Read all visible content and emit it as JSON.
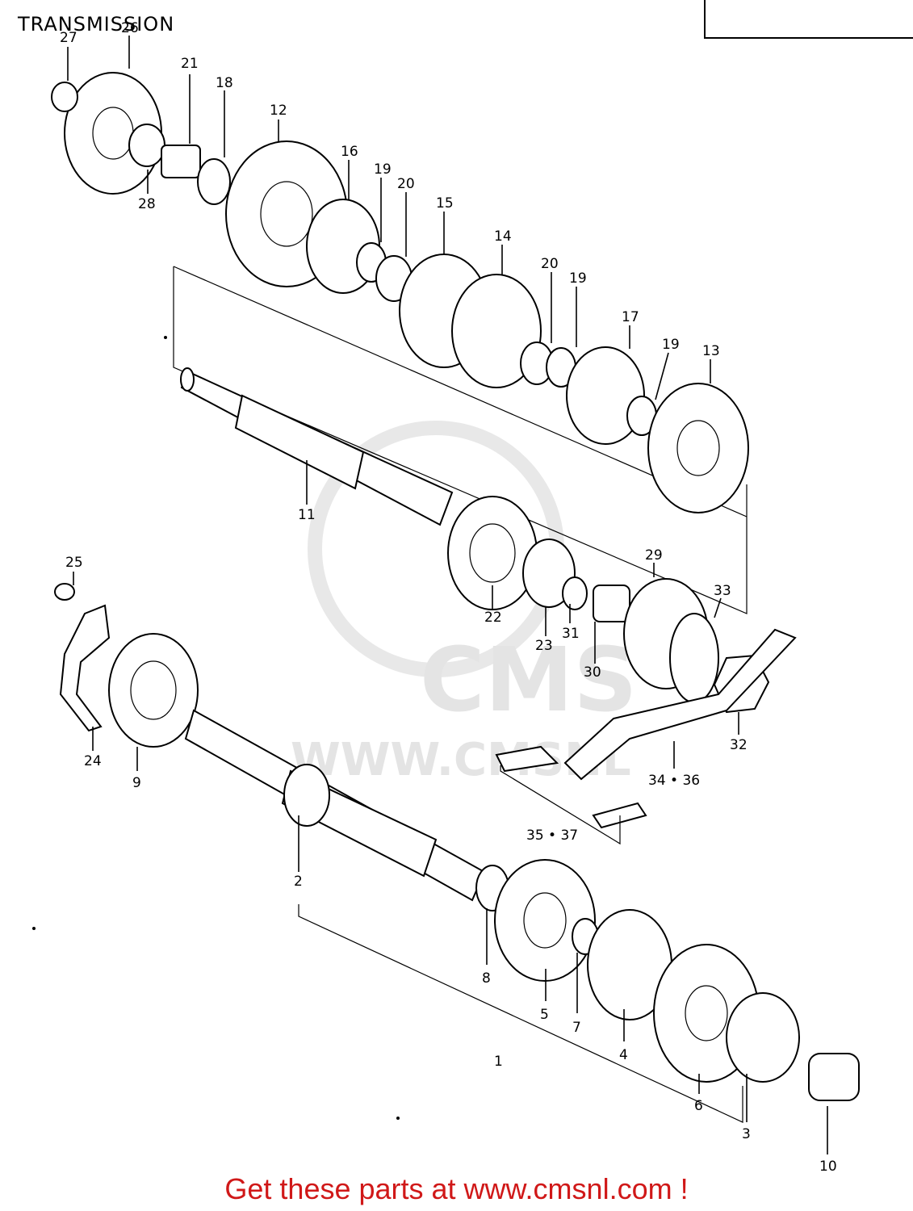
{
  "title": "TRANSMISSION",
  "footer": "Get these parts at www.cmsnl.com !",
  "watermark": {
    "logo": "CMS",
    "url": "WWW.CMSNL"
  },
  "callouts": [
    "27",
    "26",
    "21",
    "18",
    "12",
    "16",
    "19",
    "20",
    "15",
    "14",
    "20",
    "19",
    "17",
    "19",
    "13",
    "28",
    "11",
    "29",
    "33",
    "22",
    "23",
    "31",
    "30",
    "32",
    "25",
    "24",
    "9",
    "34 • 36",
    "35 • 37",
    "2",
    "8",
    "5",
    "7",
    "4",
    "6",
    "3",
    "1",
    "10"
  ],
  "colors": {
    "footer": "#d01818",
    "line": "#000000",
    "watermark": "#e4e4e4"
  }
}
